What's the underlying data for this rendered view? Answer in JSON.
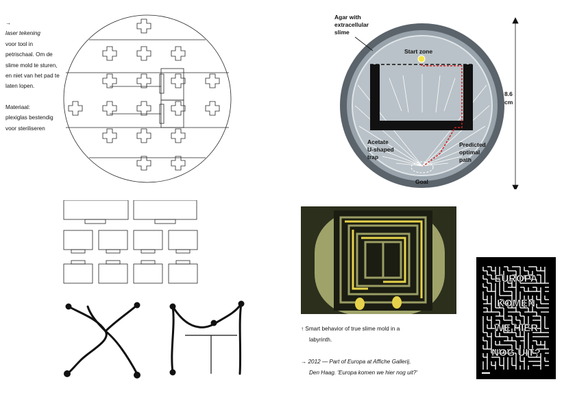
{
  "side_note": {
    "arrow": "→",
    "title": "laser tekening",
    "body": "voor tool in petrischaal. Om de slime mold te sturen, en niet van het pad te laten lopen.",
    "material_label": "Materiaal:",
    "material_text": "plexiglas bestendig voor steriliseren"
  },
  "figure": {
    "agar_label_1": "Agar with",
    "agar_label_2": "extracellular",
    "agar_label_3": "slime",
    "start_zone": "Start zone",
    "trap_label_1": "Acetate",
    "trap_label_2": "U-shaped",
    "trap_label_3": "trap",
    "path_label_1": "Predicted",
    "path_label_2": "optimal",
    "path_label_3": "path",
    "goal": "Goal",
    "scale_value": "8.6",
    "scale_unit": "cm"
  },
  "caption_maze": {
    "arrow": "↑",
    "line1": "Smart behavior of true slime mold in a",
    "line2": "labyrinth."
  },
  "caption_event": {
    "arrow": "→",
    "line1": "2012 — Part of Europa at Affiche Gallerij,",
    "line2": "Den Haag. 'Europa komen we hier nog uit?'"
  },
  "poster": {
    "row1": "EUROPA",
    "row2": "KOMEN",
    "row3": "WE HIER",
    "row4": "NOG UIT?"
  },
  "colors": {
    "ink": "#111111",
    "poster_bg": "#000000",
    "maze_bg": "#2b2f1c",
    "slime": "#e6d24a",
    "path_red": "#d21f1f"
  }
}
